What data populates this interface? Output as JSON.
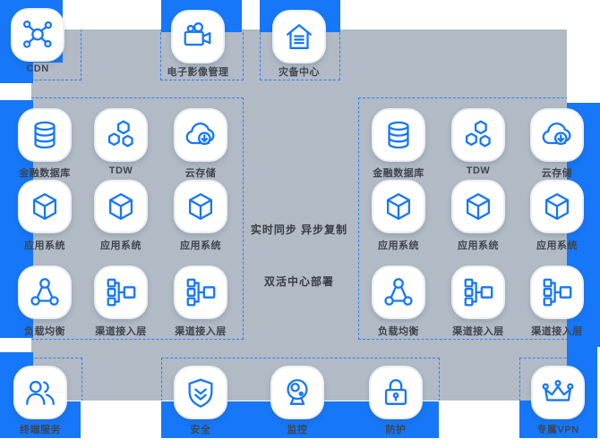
{
  "colors": {
    "accent_blue": "#1677f8",
    "panel_gray": "#b1bac5",
    "card_white": "#ffffff",
    "label_text": "#3f4651",
    "dashed_border": "#2a83f5"
  },
  "center": {
    "sync_label": "实时同步 异步复制",
    "deploy_label": "双活中心部署"
  },
  "nodes": {
    "top": [
      {
        "label": "CDN",
        "icon": "cdn-icon"
      },
      {
        "label": "电子影像管理",
        "icon": "video-camera-icon"
      },
      {
        "label": "灾备中心",
        "icon": "disaster-recovery-house-icon"
      }
    ],
    "left": {
      "row1": [
        {
          "label": "金融数据库",
          "icon": "database-icon"
        },
        {
          "label": "TDW",
          "icon": "hexagon-cluster-icon"
        },
        {
          "label": "云存储",
          "icon": "cloud-download-icon"
        }
      ],
      "row2": [
        {
          "label": "应用系统",
          "icon": "cube-icon"
        },
        {
          "label": "应用系统",
          "icon": "cube-icon"
        },
        {
          "label": "应用系统",
          "icon": "cube-icon"
        }
      ],
      "row3": [
        {
          "label": "负载均衡",
          "icon": "load-balancer-icon"
        },
        {
          "label": "渠道接入层",
          "icon": "flowchart-icon"
        },
        {
          "label": "渠道接入层",
          "icon": "flowchart-icon"
        }
      ]
    },
    "right": {
      "row1": [
        {
          "label": "金融数据库",
          "icon": "database-icon"
        },
        {
          "label": "TDW",
          "icon": "hexagon-cluster-icon"
        },
        {
          "label": "云存储",
          "icon": "cloud-download-icon"
        }
      ],
      "row2": [
        {
          "label": "应用系统",
          "icon": "cube-icon"
        },
        {
          "label": "应用系统",
          "icon": "cube-icon"
        },
        {
          "label": "应用系统",
          "icon": "cube-icon"
        }
      ],
      "row3": [
        {
          "label": "负载均衡",
          "icon": "load-balancer-icon"
        },
        {
          "label": "渠道接入层",
          "icon": "flowchart-icon"
        },
        {
          "label": "渠道接入层",
          "icon": "flowchart-icon"
        }
      ]
    },
    "bottom": [
      {
        "label": "终端服务",
        "icon": "users-icon"
      },
      {
        "label": "安全",
        "icon": "shield-check-icon"
      },
      {
        "label": "监控",
        "icon": "webcam-icon"
      },
      {
        "label": "防护",
        "icon": "lock-icon"
      },
      {
        "label": "专属VPN",
        "icon": "crown-icon"
      }
    ]
  }
}
